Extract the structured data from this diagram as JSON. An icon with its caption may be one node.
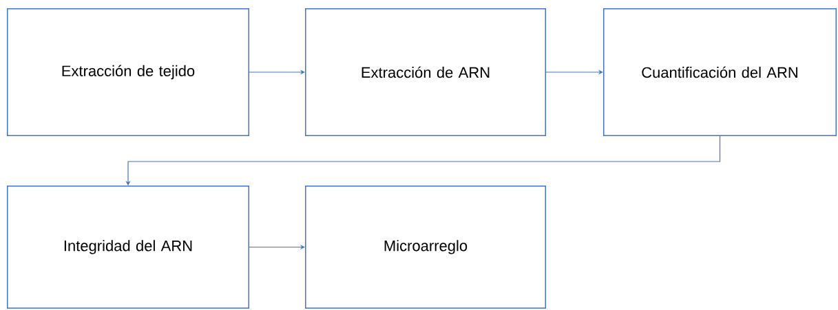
{
  "diagram": {
    "nodes": [
      {
        "text": [
          "Extracción de tejido"
        ]
      },
      {
        "text": [
          "Extracción de ARN"
        ]
      },
      {
        "text": [
          "Cuantificación del ARN"
        ]
      },
      {
        "text": [
          "Integridad del ARN"
        ]
      },
      {
        "text": [
          "Microarreglo"
        ]
      }
    ],
    "edges": [
      {
        "from": 0,
        "to": 1,
        "arrow": "to"
      },
      {
        "from": 1,
        "to": 2,
        "arrow": "to"
      },
      {
        "from": 2,
        "to": 3,
        "arrow": "to"
      },
      {
        "from": 3,
        "to": 4,
        "arrow": "to"
      }
    ]
  }
}
